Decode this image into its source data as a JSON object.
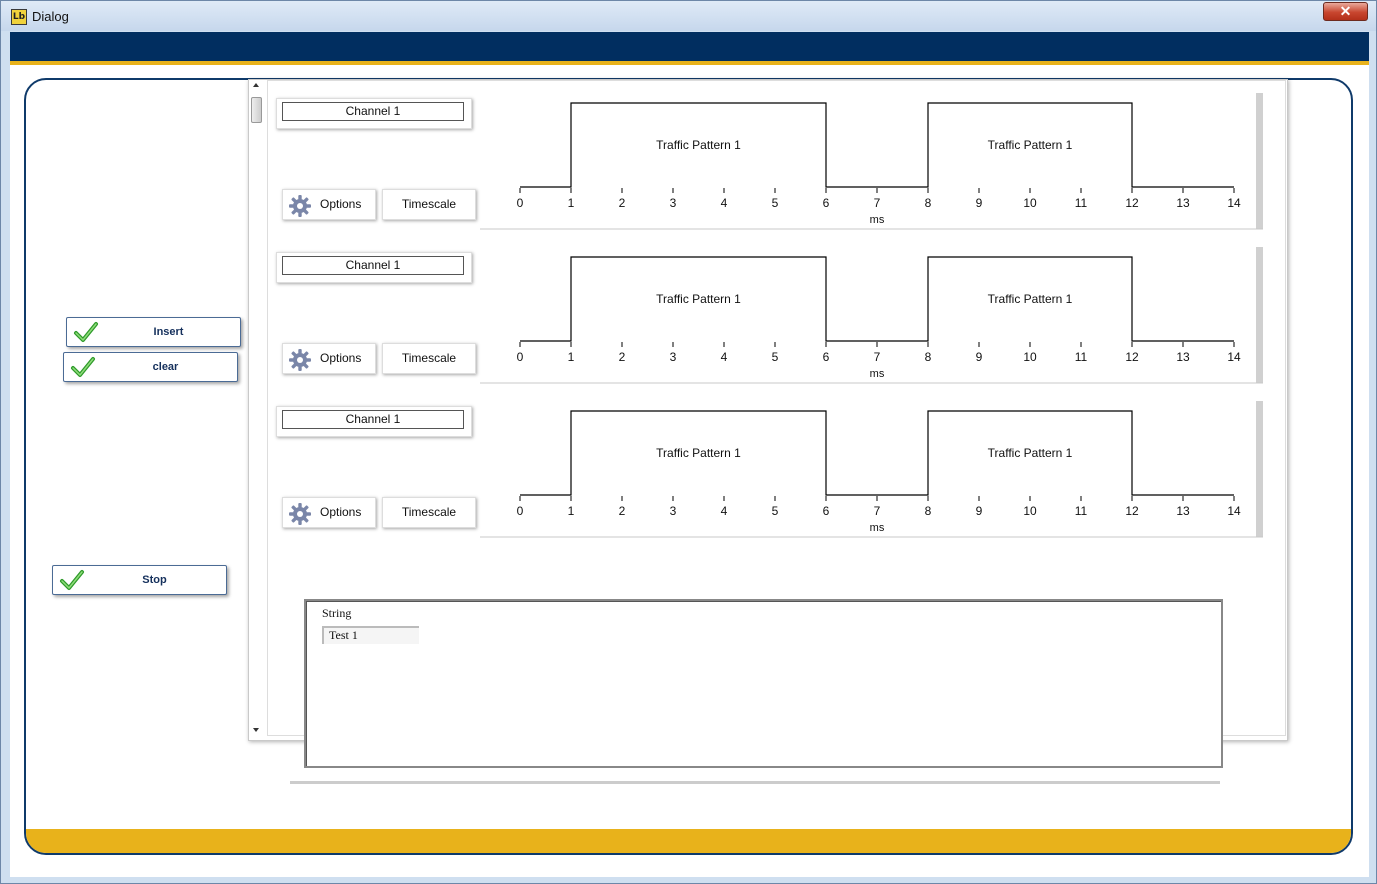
{
  "window": {
    "title": "Dialog",
    "close_glyph": "✕",
    "app_icon_text": "Lb"
  },
  "colors": {
    "header_band": "#012e60",
    "accent_gold": "#e8b21b",
    "panel_border": "#0f3a6a",
    "button_text": "#15305c"
  },
  "buttons": {
    "insert": "Insert",
    "clear": "clear",
    "stop": "Stop"
  },
  "channels": [
    {
      "name": "Channel 1",
      "options_label": "Options",
      "timescale_label": "Timescale"
    },
    {
      "name": "Channel 1",
      "options_label": "Options",
      "timescale_label": "Timescale"
    },
    {
      "name": "Channel 1",
      "options_label": "Options",
      "timescale_label": "Timescale"
    }
  ],
  "timeline": {
    "x_min": 0,
    "x_max": 14,
    "ticks": [
      0,
      1,
      2,
      3,
      4,
      5,
      6,
      7,
      8,
      9,
      10,
      11,
      12,
      13,
      14
    ],
    "unit": "ms",
    "pulses": [
      {
        "start": 1,
        "end": 6,
        "label": "Traffic Pattern 1"
      },
      {
        "start": 8,
        "end": 12,
        "label": "Traffic Pattern 1"
      }
    ]
  },
  "string_control": {
    "label": "String",
    "value": "Test 1"
  }
}
